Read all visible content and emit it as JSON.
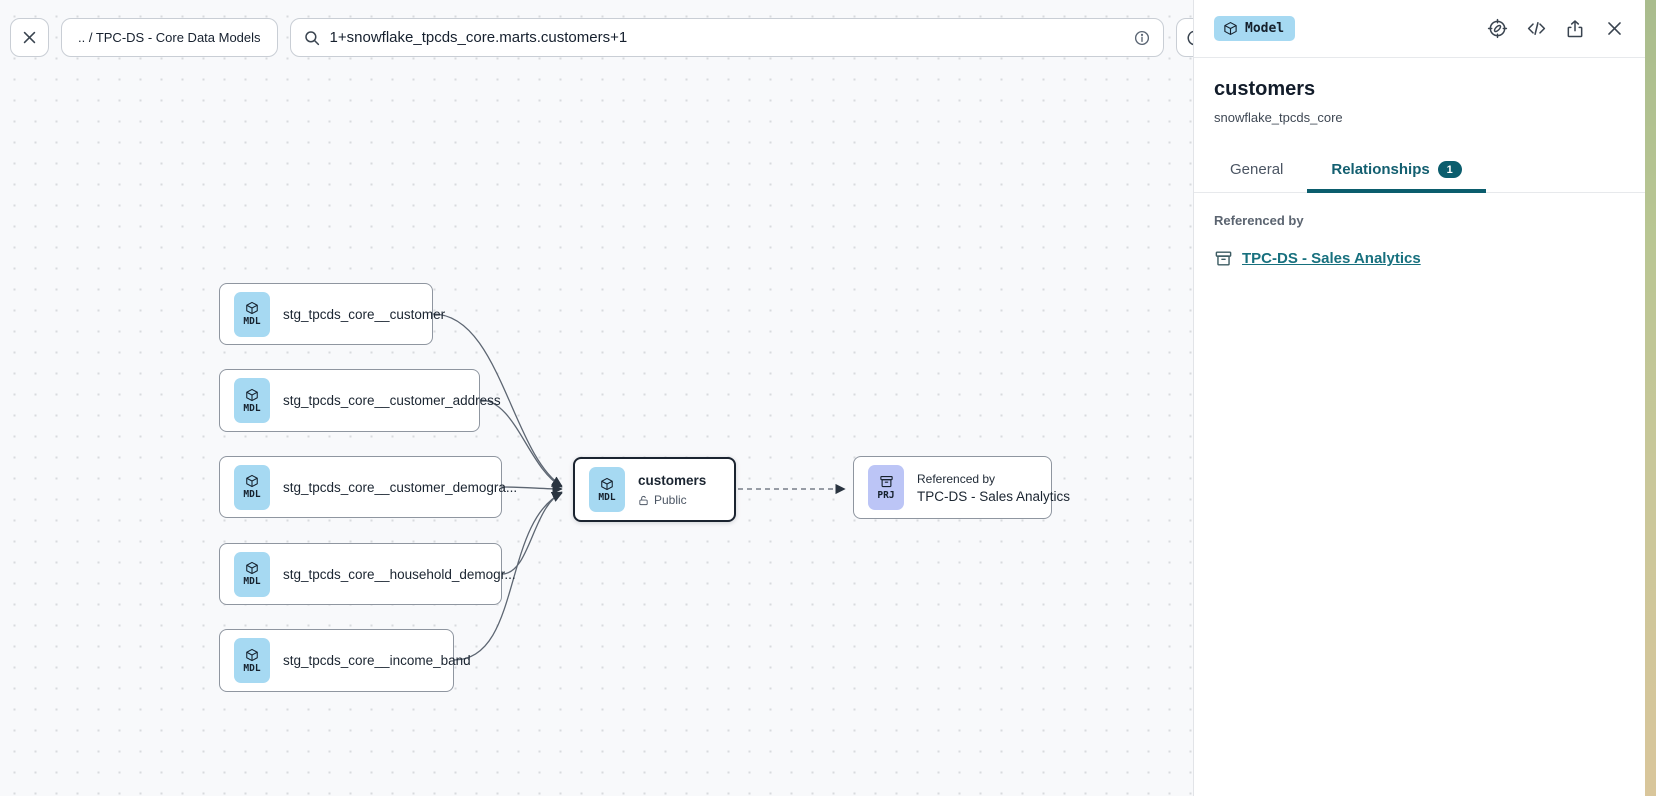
{
  "toolbar": {
    "breadcrumb": ".. / TPC-DS - Core Data Models",
    "search_value": "1+snowflake_tpcds_core.marts.customers+1"
  },
  "panel": {
    "type_badge": "Model",
    "title": "customers",
    "subtitle": "snowflake_tpcds_core",
    "tabs": {
      "general": "General",
      "relationships": "Relationships",
      "relationships_count": "1"
    },
    "referenced_by": {
      "label": "Referenced by",
      "link": "TPC-DS - Sales Analytics"
    }
  },
  "lineage": {
    "upstream_nodes": [
      {
        "type": "MDL",
        "label": "stg_tpcds_core__customer"
      },
      {
        "type": "MDL",
        "label": "stg_tpcds_core__customer_address"
      },
      {
        "type": "MDL",
        "label": "stg_tpcds_core__customer_demogra..."
      },
      {
        "type": "MDL",
        "label": "stg_tpcds_core__household_demogr..."
      },
      {
        "type": "MDL",
        "label": "stg_tpcds_core__income_band"
      }
    ],
    "selected_node": {
      "type": "MDL",
      "label": "customers",
      "access": "Public"
    },
    "downstream_node": {
      "type": "PRJ",
      "kicker": "Referenced by",
      "label": "TPC-DS - Sales Analytics"
    }
  },
  "colors": {
    "accent_teal": "#0b5d6d",
    "link_teal": "#17707e",
    "model_badge_blue": "#a6d9f2",
    "project_badge_purple": "#bcc5f6",
    "canvas_background": "#f8f9fb"
  }
}
